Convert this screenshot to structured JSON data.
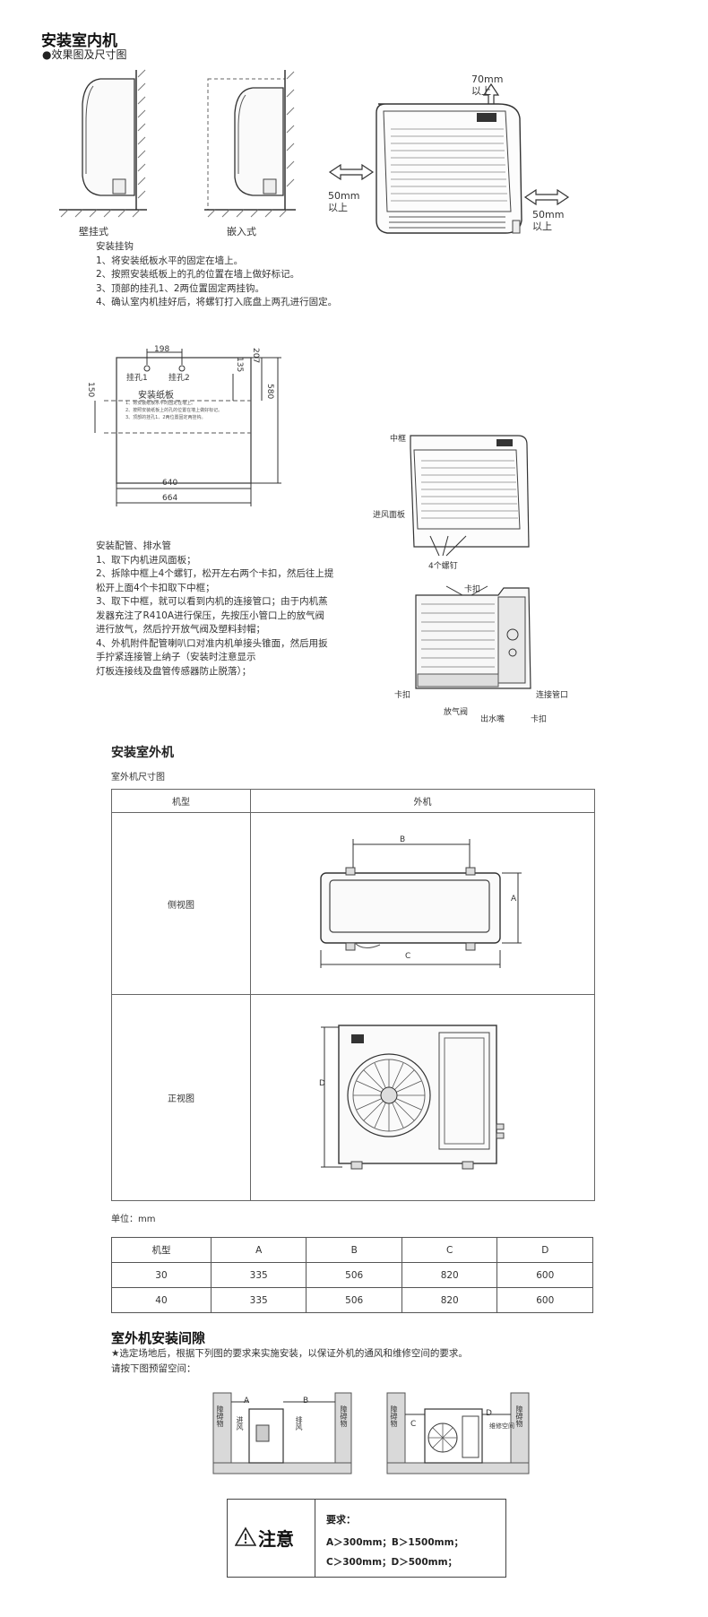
{
  "indoor": {
    "title": "安装室内机",
    "subtitle": "●效果图及尺寸图",
    "mount_labels": [
      "壁挂式",
      "嵌入式"
    ],
    "clearance": {
      "top_value": "70mm",
      "top_note": "以上",
      "left_value": "50mm",
      "left_note": "以上",
      "right_value": "50mm",
      "right_note": "以上"
    },
    "hook_title": "安装挂钩",
    "hook_steps": [
      "1、将安装纸板水平的固定在墙上。",
      "2、按照安装纸板上的孔的位置在墙上做好标记。",
      "3、顶部的挂孔1、2两位置固定两挂钩。",
      "4、确认室内机挂好后，将螺钉打入底盘上两孔进行固定。"
    ],
    "template_dims": {
      "top": "198",
      "side_a": "135",
      "side_b": "207",
      "height": "580",
      "left": "150",
      "inner_width": "640",
      "outer_width": "664"
    },
    "template_labels": {
      "hole1": "挂孔1",
      "hole2": "挂孔2",
      "board": "安装纸板",
      "notes": [
        "1、将安装纸板水平的固定在墙上。",
        "2、按照安装纸板上的孔的位置在墙上做好标记。",
        "3、顶部的挂孔1、2两位置固定两挂钩。"
      ]
    },
    "part_labels": {
      "middle_frame": "中框",
      "panel": "进风面板",
      "screws": "4个螺钉",
      "clip_top": "卡扣",
      "clip_left": "卡扣",
      "clip_right": "卡扣",
      "pipe": "连接管口",
      "valve": "放气阀",
      "drain": "出水嘴"
    },
    "pipe_title": "安装配管、排水管",
    "pipe_steps": [
      "1、取下内机进风面板；",
      "2、拆除中框上4个螺钉，松开左右两个卡扣，然后往上提",
      "松开上面4个卡扣取下中框；",
      "3、取下中框，就可以看到内机的连接管口；由于内机蒸",
      "发器充注了R410A进行保压，先按压小管口上的放气阀",
      "进行放气，然后拧开放气阀及塑料封帽；",
      "4、外机附件配管喇叭口对准内机单接头锥面，然后用扳",
      "手拧紧连接管上纳子（安装时注意显示",
      "灯板连接线及盘管传感器防止脱落）；"
    ]
  },
  "outdoor": {
    "title": "安装室外机",
    "dim_title": "室外机尺寸图",
    "table_headers": [
      "机型",
      "外机"
    ],
    "rows": [
      "侧视图",
      "正视图"
    ],
    "dim_letters": [
      "A",
      "B",
      "C",
      "D"
    ],
    "unit": "单位：mm",
    "spec_headers": [
      "机型",
      "A",
      "B",
      "C",
      "D"
    ],
    "spec_rows": [
      [
        "30",
        "335",
        "506",
        "820",
        "600"
      ],
      [
        "40",
        "335",
        "506",
        "820",
        "600"
      ]
    ]
  },
  "gap": {
    "title": "室外机安装间隙",
    "desc": "★选定场地后，根据下列图的要求来实施安装，以保证外机的通风和维修空间的要求。",
    "desc2": "请按下图预留空间：",
    "labels": {
      "obstacle": "障碍物",
      "inlet": "进风",
      "outlet": "排风",
      "service": "维修空间"
    },
    "notice_title": "注意",
    "req_title": "要求：",
    "req_line1": "A＞300mm；B＞1500mm；",
    "req_line2": "C＞300mm；D＞500mm；"
  }
}
